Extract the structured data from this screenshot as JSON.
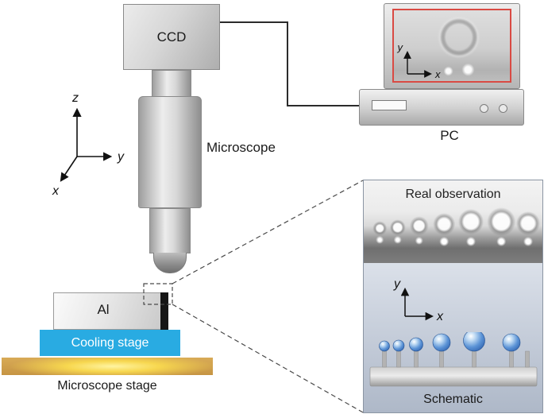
{
  "labels": {
    "ccd": "CCD",
    "microscope": "Microscope",
    "pc": "PC",
    "al": "Al",
    "cooling_stage": "Cooling stage",
    "microscope_stage": "Microscope stage"
  },
  "inset": {
    "real_observation_label": "Real observation",
    "schematic_label": "Schematic"
  },
  "axes": {
    "main": {
      "x_label": "x",
      "y_label": "y",
      "z_label": "z"
    },
    "screen": {
      "x_label": "x",
      "y_label": "y"
    },
    "inset": {
      "x_label": "x",
      "y_label": "y"
    }
  },
  "colors": {
    "cooling_stage_blue": "#29abe2",
    "stage_gold": "#c69544",
    "stage_glow": "#fff4a1",
    "screen_border_red": "#d94a43",
    "droplet_blue": "#2a5ca8"
  }
}
